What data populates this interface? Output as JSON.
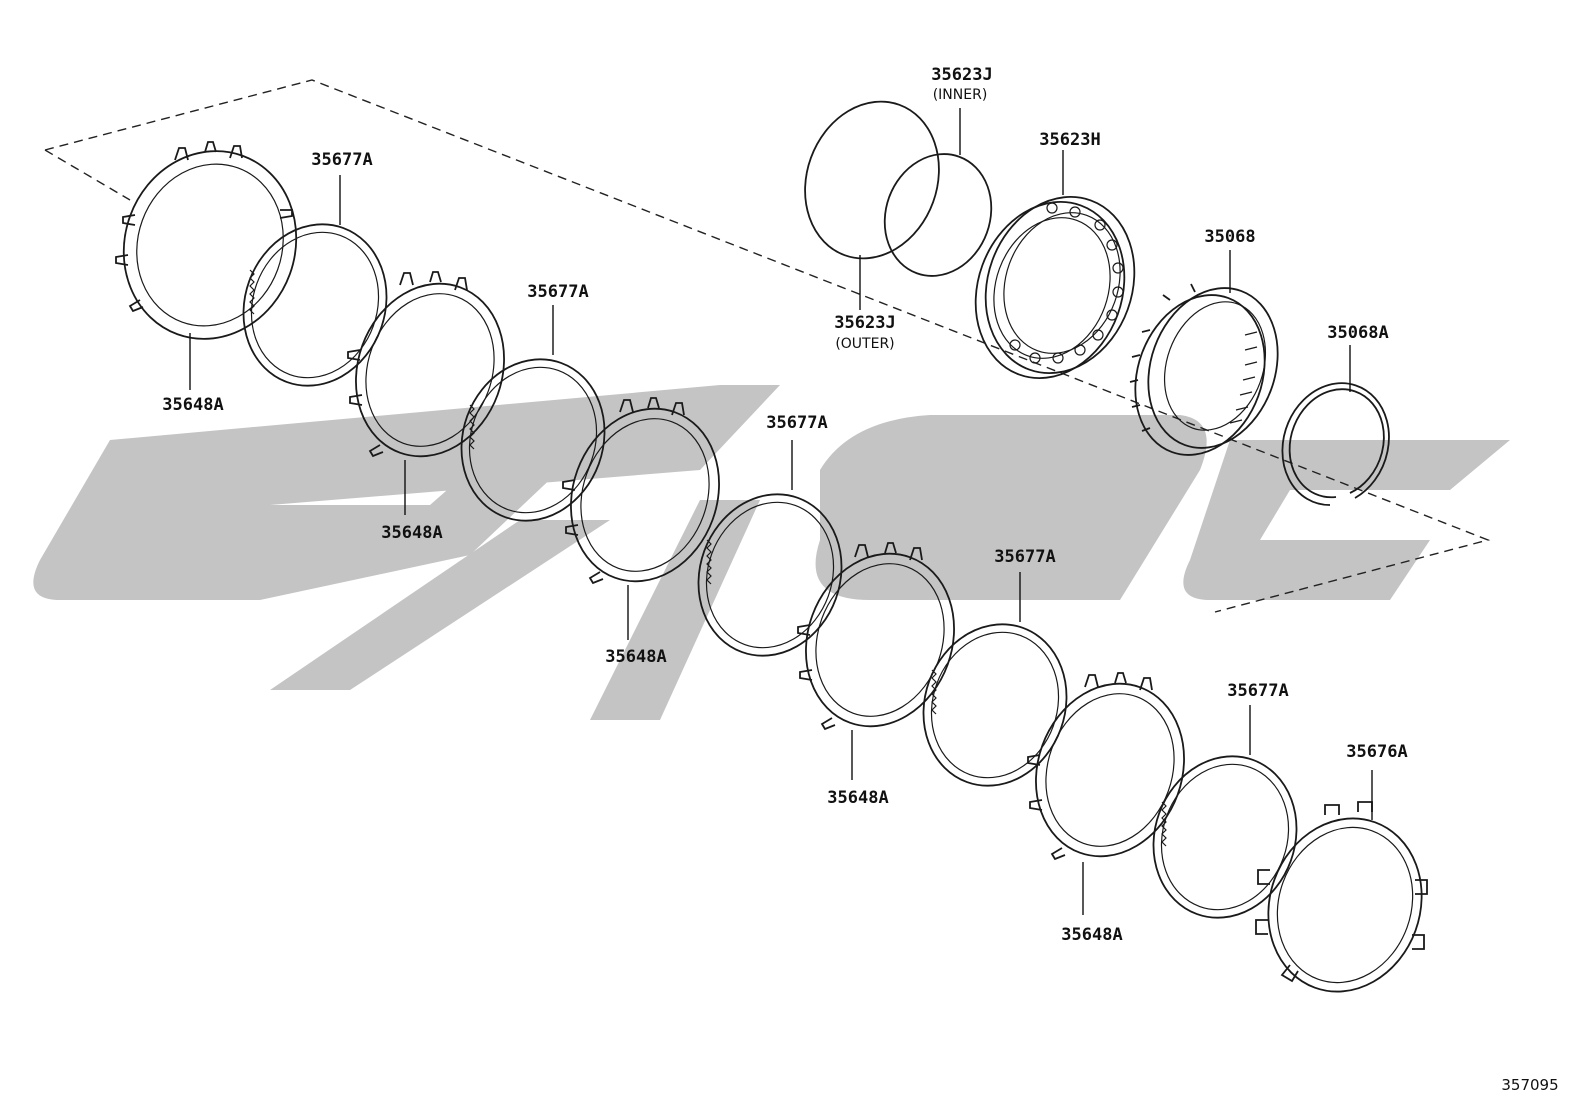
{
  "diagram_number": "357095",
  "callouts": {
    "plate_1": "35648A",
    "disc_1": "35677A",
    "plate_2": "35648A",
    "disc_2": "35677A",
    "plate_3": "35648A",
    "disc_3": "35677A",
    "plate_4": "35648A",
    "disc_4": "35677A",
    "plate_5": "35648A",
    "disc_5": "35677A",
    "flange_plate": "35676A",
    "ring_outer_number": "35623J",
    "ring_outer_note": "(OUTER)",
    "ring_inner_number": "35623J",
    "ring_inner_note": "(INNER)",
    "bearing": "35623H",
    "clutch_hub": "35068",
    "snap_ring": "35068A"
  },
  "colors": {
    "line": "#1a1a1a",
    "watermark": "#c4c4c4",
    "background": "#ffffff"
  }
}
